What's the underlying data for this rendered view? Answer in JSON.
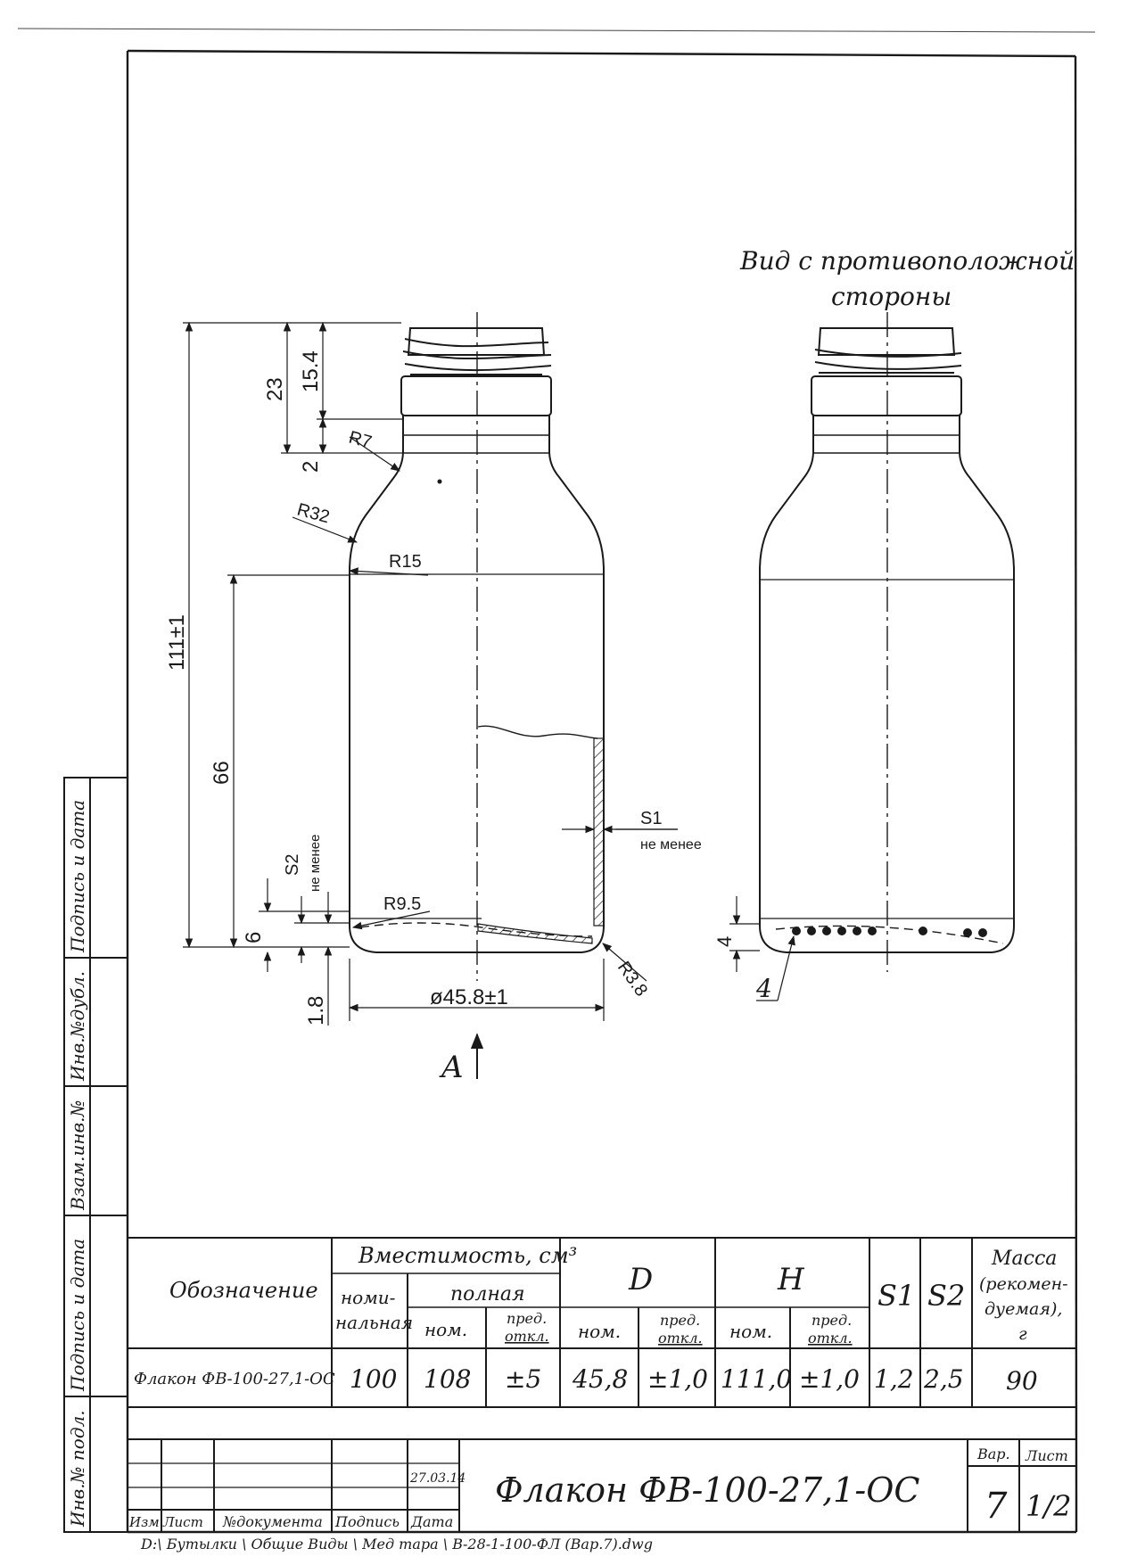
{
  "view_label_line1": "Вид с противоположной",
  "view_label_line2": "стороны",
  "arrow_label": "A",
  "dims": {
    "height_total": "111±1",
    "neck_23": "23",
    "neck_15_4": "15.4",
    "neck_2": "2",
    "body_66": "66",
    "bottom_6": "6",
    "bottom_1_8": "1.8",
    "diameter": "ø45.8±1",
    "r7": "R7",
    "r32": "R32",
    "r15": "R15",
    "r9_5": "R9.5",
    "r3_8": "R3.8",
    "s1": "S1",
    "s1_note": "не менее",
    "s2": "S2",
    "s2_note": "не менее",
    "rear_4": "4",
    "rear_callout": "4"
  },
  "side_strip": {
    "f1": "Подпись и дата",
    "f2": "Инв.№дубл.",
    "f3": "Взам.инв.№",
    "f4": "Подпись и дата",
    "f5": "Инв.№ подл."
  },
  "spec_table": {
    "designation_header": "Обозначение",
    "capacity_header": "Вместимость, см³",
    "nominal_header_1": "номи-",
    "nominal_header_2": "нальная",
    "full_header": "полная",
    "nom": "ном.",
    "dev_1": "пред.",
    "dev_2": "откл.",
    "d_header": "D",
    "h_header": "H",
    "s1_header": "S1",
    "s2_header": "S2",
    "mass_1": "Масса",
    "mass_2": "(рекомен-",
    "mass_3": "дуемая),",
    "mass_4": "г",
    "row": {
      "name": "Флакон ФВ-100-27,1-ОС",
      "nominal": "100",
      "full_nom": "108",
      "full_dev": "±5",
      "d_nom": "45,8",
      "d_dev": "±1,0",
      "h_nom": "111,0",
      "h_dev": "±1,0",
      "s1": "1,2",
      "s2": "2,5",
      "mass": "90"
    }
  },
  "title_block": {
    "date": "27.03.14",
    "izm": "Изм.",
    "list": "Лист",
    "doc": "№документа",
    "sign": "Подпись",
    "date_label": "Дата",
    "title": "Флакон ФВ-100-27,1-ОС",
    "var_label": "Вар.",
    "sheet_label": "Лист",
    "var_value": "7",
    "sheet_value": "1/2"
  },
  "file_path": "D:\\ Бутылки \\ Общие Виды \\ Мед тара \\ В-28-1-100-ФЛ (Вар.7).dwg"
}
